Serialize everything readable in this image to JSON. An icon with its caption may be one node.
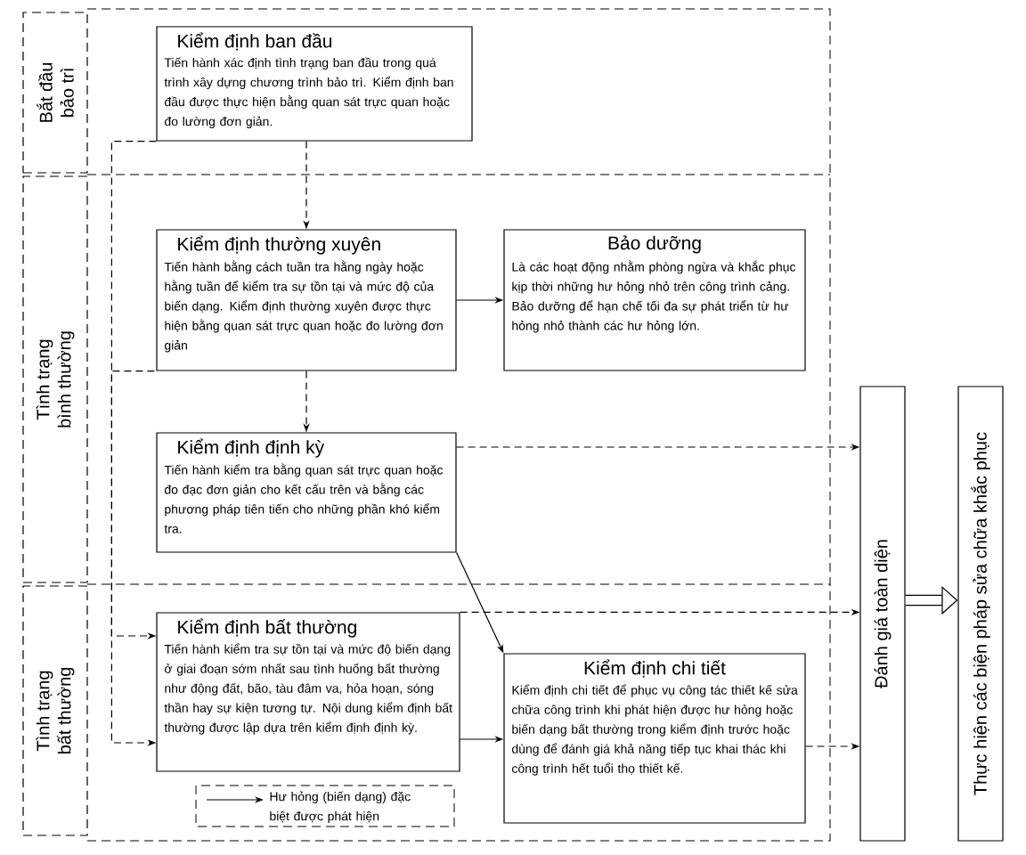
{
  "diagram": {
    "nodes": [
      {
        "text": [
          "Bắt đầu bảo trì"
        ]
      },
      {
        "text": [
          "Tình trạng bình thường"
        ]
      },
      {
        "text": [
          "Tình trạng bất thường"
        ]
      },
      {
        "text": [
          "Kiểm định ban đầu",
          "Tiến hành xác định tình trạng ban đầu trong quá trình xây dựng chương trình bảo trì. Kiểm định ban đầu được thực hiện bằng quan sát trực quan hoặc đo lường đơn giản."
        ]
      },
      {
        "text": [
          "Kiểm định thường xuyên",
          "Tiến hành bằng cách tuần tra hằng ngày hoặc hằng tuần để kiểm tra sự tồn tại và mức độ của biến dạng. Kiểm định thường xuyên được thực hiện bằng quan sát trực quan hoặc đo lường đơn giản"
        ]
      },
      {
        "text": [
          "Bảo dưỡng",
          "Là các hoạt động nhằm phòng ngừa và khắc phục kịp thời những hư hỏng nhỏ trên công trình cảng. Bảo dưỡng để hạn chế tối đa sự phát triển từ hư hỏng nhỏ thành các hư hỏng lớn."
        ]
      },
      {
        "text": [
          "Kiểm định định kỳ",
          "Tiến hành kiểm tra bằng quan sát trực quan hoặc đo đạc đơn giản cho kết cấu trên và bằng các phương pháp tiên tiến cho những phần khó kiểm tra."
        ]
      },
      {
        "text": [
          "Kiểm định bất thường",
          "Tiến hành kiểm tra sự tồn tại và mức độ biến dạng ở giai đoạn sớm nhất sau tình huống bất thường như động đất, bão, tàu đâm va, hỏa hoạn, sóng thần hay sự kiện tương tự. Nội dung kiểm định bất thường được lập dựa trên kiểm định định kỳ."
        ]
      },
      {
        "text": [
          "Kiểm định chi tiết",
          "Kiểm định chi tiết để phục vụ công tác thiết kế sửa chữa công trình khi phát hiện được hư hỏng hoặc biến dạng bất thường trong kiểm định trước hoặc dùng để đánh giá khả năng tiếp tục khai thác khi công trình hết tuổi thọ thiết kế."
        ]
      },
      {
        "text": [
          "Đánh giá toàn diện"
        ]
      },
      {
        "text": [
          "Thực hiện các biện pháp sửa chữa khắc phục"
        ]
      }
    ],
    "edges": [
      {
        "from": 3,
        "to": 4,
        "arrow": "to",
        "style": "dashed"
      },
      {
        "from": 3,
        "to": 7,
        "arrow": "to",
        "style": "dashed"
      },
      {
        "from": 4,
        "to": 6,
        "arrow": "to",
        "style": "dashed"
      },
      {
        "from": 4,
        "to": 7,
        "arrow": "to",
        "style": "dashed"
      },
      {
        "from": 4,
        "to": 5,
        "arrow": "to"
      },
      {
        "from": 6,
        "to": 9,
        "arrow": "to",
        "style": "dashed"
      },
      {
        "from": 6,
        "to": 8,
        "arrow": "to"
      },
      {
        "from": 7,
        "to": 9,
        "arrow": "to",
        "style": "dashed"
      },
      {
        "from": 7,
        "to": 8,
        "arrow": "to"
      },
      {
        "from": 8,
        "to": 9,
        "arrow": "to",
        "style": "dashed"
      },
      {
        "from": 9,
        "to": 10,
        "arrow": "to",
        "style": "thick"
      }
    ],
    "legend": [
      {
        "text": "Hư hỏng (biến dạng) đặc biệt được phát hiện"
      }
    ]
  }
}
